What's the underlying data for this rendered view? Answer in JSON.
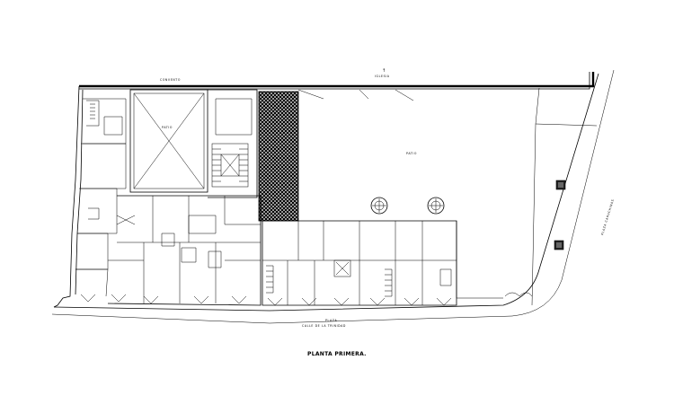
{
  "drawing": {
    "title": "PLANTA PRIMERA.",
    "labels": {
      "convento": "CONVENTO",
      "iglesia": "IGLESIA",
      "patio_small": "PATIO",
      "patio_large": "PATIO",
      "calle_bottom": "CALLE DE LA TRINIDAD",
      "calle_side": "PLAZA CAPUCHINAS",
      "plaza": "PLAZA"
    },
    "north_marker": "↑"
  }
}
